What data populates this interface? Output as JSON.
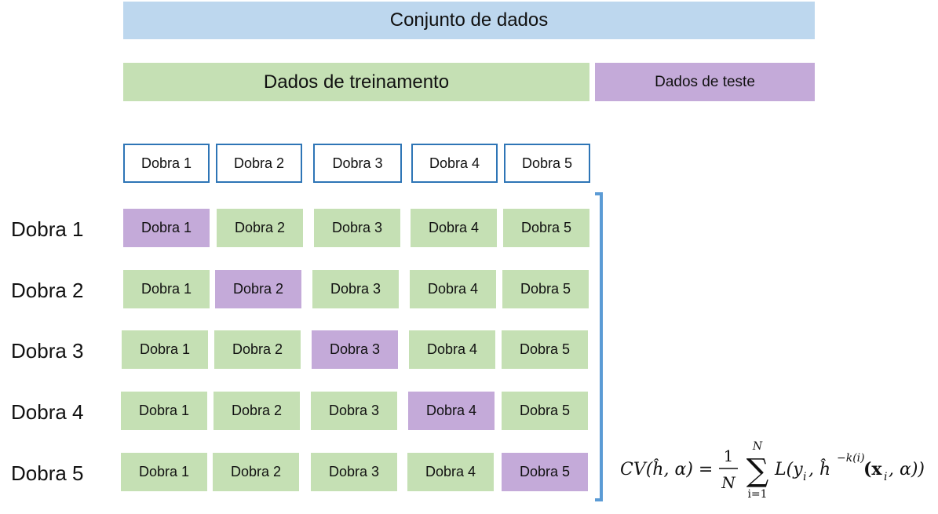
{
  "header": {
    "dataset_label": "Conjunto de dados",
    "training_label": "Dados de treinamento",
    "test_label": "Dados de teste"
  },
  "fold_headers": [
    "Dobra 1",
    "Dobra 2",
    "Dobra 3",
    "Dobra 4",
    "Dobra 5"
  ],
  "iterations": [
    {
      "label": "Dobra 1",
      "folds": [
        "Dobra 1",
        "Dobra 2",
        "Dobra 3",
        "Dobra 4",
        "Dobra 5"
      ],
      "validation_index": 0
    },
    {
      "label": "Dobra 2",
      "folds": [
        "Dobra 1",
        "Dobra 2",
        "Dobra 3",
        "Dobra 4",
        "Dobra 5"
      ],
      "validation_index": 1
    },
    {
      "label": "Dobra 3",
      "folds": [
        "Dobra 1",
        "Dobra 2",
        "Dobra 3",
        "Dobra 4",
        "Dobra 5"
      ],
      "validation_index": 2
    },
    {
      "label": "Dobra 4",
      "folds": [
        "Dobra 1",
        "Dobra 2",
        "Dobra 3",
        "Dobra 4",
        "Dobra 5"
      ],
      "validation_index": 3
    },
    {
      "label": "Dobra 5",
      "folds": [
        "Dobra 1",
        "Dobra 2",
        "Dobra 3",
        "Dobra 4",
        "Dobra 5"
      ],
      "validation_index": 4
    }
  ],
  "formula": {
    "lhs": "CV(ĥ, α) =",
    "frac_num": "1",
    "frac_den": "N",
    "sum_upper": "N",
    "sum_lower": "i=1",
    "term": "L(y",
    "term_sub": "i",
    "term_mid": ", ĥ",
    "term_sup": "−k(i)",
    "term_x": "(x",
    "term_x_sub": "i",
    "term_end": ", α))"
  },
  "colors": {
    "dataset": "#bdd7ee",
    "training": "#c5e0b4",
    "test": "#c4aad9",
    "fold_border": "#2e75b6",
    "bracket": "#5b9bd5"
  }
}
